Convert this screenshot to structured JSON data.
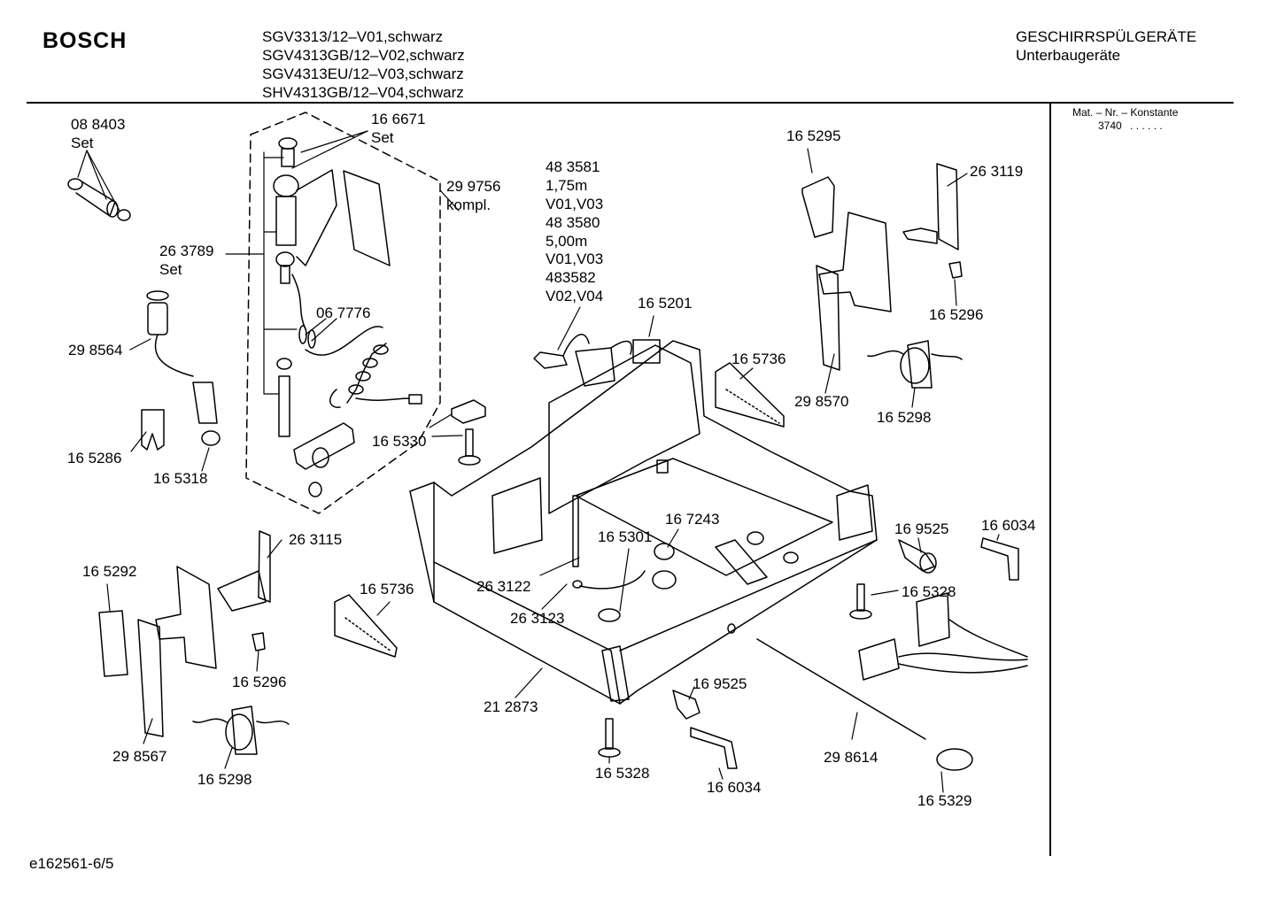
{
  "header": {
    "brand": "BOSCH",
    "models": [
      "SGV3313/12–V01,schwarz",
      "SGV4313GB/12–V02,schwarz",
      "SGV4313EU/12–V03,schwarz",
      "SHV4313GB/12–V04,schwarz"
    ],
    "category": "GESCHIRRSPÜLGERÄTE",
    "subcategory": "Unterbaugeräte"
  },
  "sidebar": {
    "title": "Mat. – Nr. – Konstante",
    "value": "3740",
    "dots": ". . . . . ."
  },
  "footer": {
    "doc_ref": "e162561-6/5"
  },
  "parts": {
    "p088403": "08 8403",
    "p088403_set": "Set",
    "p166671": "16 6671",
    "p166671_set": "Set",
    "p299756": "29 9756",
    "p299756_kompl": "kompl.",
    "p263789": "26 3789",
    "p263789_set": "Set",
    "p067776": "06 7776",
    "p298564": "29 8564",
    "p165286": "16 5286",
    "p165318": "16 5318",
    "p483581": "48 3581",
    "len175": "1,75m",
    "v0103a": "V01,V03",
    "p483580": "48 3580",
    "len500": "5,00m",
    "v0103b": "V01,V03",
    "p483582": "483582",
    "v0204": "V02,V04",
    "p165201": "16 5201",
    "p165330": "16 5330",
    "p165295": "16 5295",
    "p263119": "26 3119",
    "p165296a": "16 5296",
    "p165736a": "16 5736",
    "p298570": "29 8570",
    "p165298a": "16 5298",
    "p263115": "26 3115",
    "p165292": "16 5292",
    "p165736b": "16 5736",
    "p165296b": "16 5296",
    "p298567": "29 8567",
    "p165298b": "16 5298",
    "p263122": "26 3122",
    "p263123": "26 3123",
    "p165301": "16 5301",
    "p167243": "16 7243",
    "p169525a": "16 9525",
    "p166034a": "16 6034",
    "p165328a": "16 5328",
    "p212873": "21 2873",
    "p169525b": "16 9525",
    "p165328b": "16 5328",
    "p166034b": "16 6034",
    "p298614": "29 8614",
    "p165329": "16 5329"
  }
}
